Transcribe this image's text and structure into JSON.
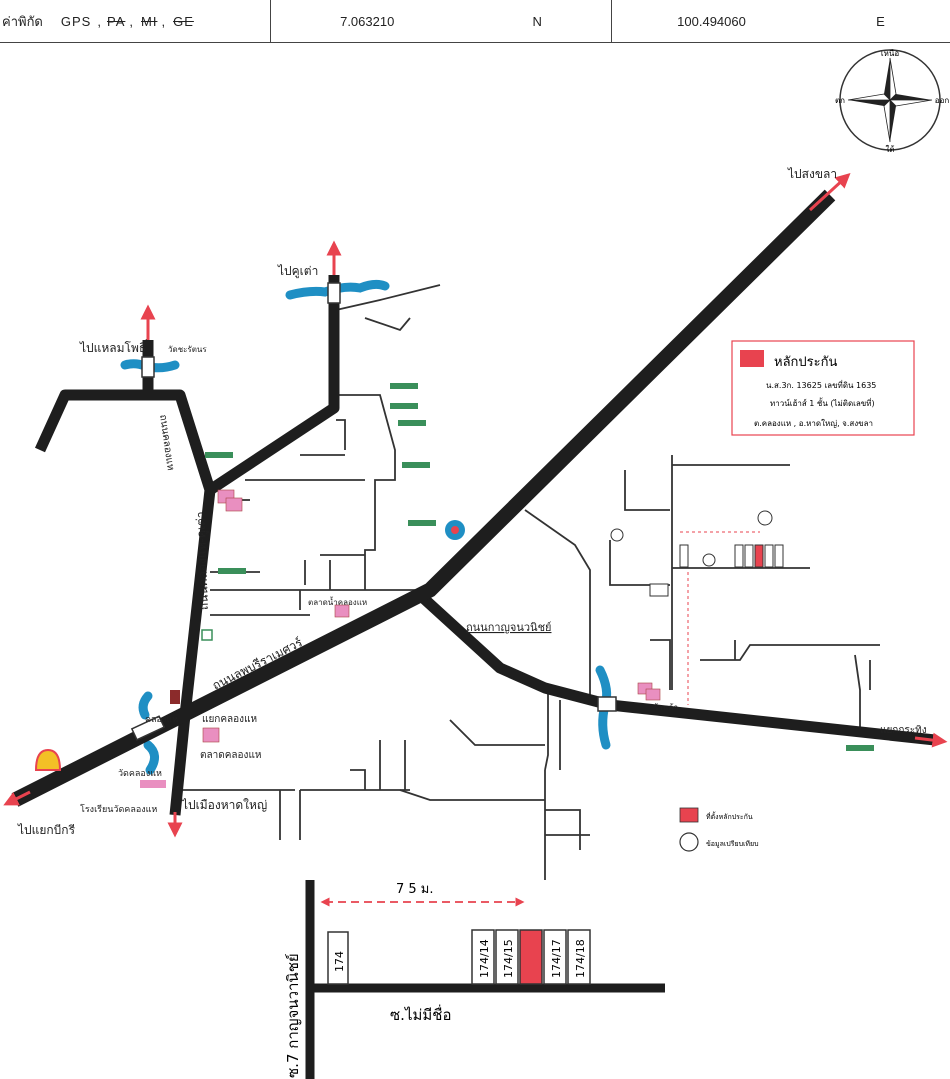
{
  "header": {
    "coord_label": "ค่าพิกัด",
    "gps_label": "GPS",
    "sep1": ",",
    "pa_label": "PA",
    "sep2": ",",
    "mi_label": "MI",
    "sep3": ",",
    "ge_label": "GE",
    "lat_value": "7.063210",
    "lat_hemi": "N",
    "lon_value": "100.494060",
    "lon_hemi": "E"
  },
  "compass": {
    "north": "เหนือ",
    "south": "ใต้",
    "east": "ออก",
    "west": "ตก"
  },
  "destinations": {
    "songkhla": "ไปสงขลา",
    "khuha": "ไปคูเต่า",
    "hoi_khong": "ไปแหลมโพธิ์",
    "haad_yai": "ไปเมืองหาดใหญ่",
    "kanchana": "แยกกระทิง",
    "bang_kri": "ไปแยกบีกรี"
  },
  "roads": {
    "hat_yai_khuha_vertical": "ถนนคลองแห-คูเต่า",
    "phetkasem": "ถนนลพบุรีราเมศวร์",
    "kanchanawanit": "ถนนกาญจนวนิชย์",
    "khlong_hae_upper": "ถนนคลองแห"
  },
  "places": {
    "khlong_hae_junction": "คลองแห",
    "khlong_hae_intersection": "แยกคลองแห",
    "market": "ตลาดคลองแห",
    "school": "โรงเรียนวัดคลองแห",
    "wat": "วัดคลองแห",
    "temple_top": "วัดชะรัตนร",
    "market_small": "ตลาดน้ำคลองแห",
    "shop": "ร้านค้า"
  },
  "legend_box": {
    "title": "หลักประกัน",
    "line1": "น.ส.3ก. 13625 เลขที่ดิน 1635",
    "line2": "ทาวน์เฮ้าส์ 1 ชั้น (ไม่ติดเลขที่)",
    "line3": "ต.คลองแห , อ.หาดใหญ่, จ.สงขลา"
  },
  "bottom_legend": {
    "item1": "ที่ตั้งหลักประกัน",
    "item2": "ข้อมูลเปรียบเทียบ"
  },
  "inset": {
    "distance": "7 5  ม.",
    "vertical_road": "ซ.7 กาญจนวานิชย์",
    "horizontal_road": "ซ.ไม่มีชื่อ",
    "units": [
      "174",
      "174/14",
      "174/15",
      "174/17",
      "174/18"
    ]
  },
  "colors": {
    "road": "#1e1e1e",
    "accent_red": "#e8434f",
    "river": "#1f8fc4",
    "pink": "#e98fc0",
    "green": "#3a8f5a"
  }
}
